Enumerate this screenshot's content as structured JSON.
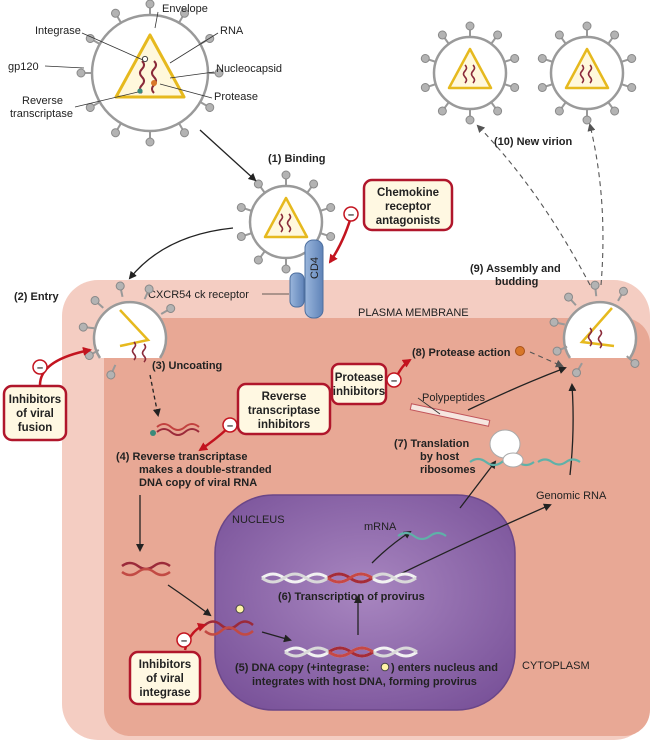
{
  "virion_labels": {
    "envelope": "Envelope",
    "integrase": "Integrase",
    "rna": "RNA",
    "gp120": "gp120",
    "nucleocapsid": "Nucleocapsid",
    "protease": "Protease",
    "rt_line1": "Reverse",
    "rt_line2": "transcriptase"
  },
  "steps": {
    "s1": "(1)  Binding",
    "s2": "(2)  Entry",
    "s3": "(3)  Uncoating",
    "s4_l1": "(4)  Reverse transcriptase",
    "s4_l2": "makes a double-stranded",
    "s4_l3": "DNA copy of viral RNA",
    "s5_l1a": "(5)  DNA copy (+integrase:",
    "s5_l1b": ") enters nucleus and",
    "s5_l2": "integrates with host DNA, forming provirus",
    "s6": "(6)  Transcription of provirus",
    "s7_l1": "(7)  Translation",
    "s7_l2": "by host",
    "s7_l3": "ribosomes",
    "s8": "(8)  Protease action",
    "s9_l1": "(9)  Assembly and",
    "s9_l2": "budding",
    "s10": "(10)  New virion"
  },
  "region_labels": {
    "plasma_membrane": "PLASMA MEMBRANE",
    "nucleus": "NUCLEUS",
    "cytoplasm": "CYTOPLASM",
    "cd4": "CD4",
    "receptor": "CXCR54 ck receptor",
    "mrna": "mRNA",
    "genomic_rna": "Genomic RNA",
    "polypeptides": "Polypeptides"
  },
  "drugs": {
    "chemokine": [
      "Chemokine",
      "receptor",
      "antagonists"
    ],
    "fusion": [
      "Inhibitors",
      "of viral",
      "fusion"
    ],
    "rt": [
      "Reverse",
      "transcriptase",
      "inhibitors"
    ],
    "protease": [
      "Protease",
      "inhibitors"
    ],
    "integrase": [
      "Inhibitors",
      "of viral",
      "integrase"
    ]
  },
  "inhibit_symbol": "–",
  "colors": {
    "cell": "#f4c9bd",
    "cytoplasm": "#e9a694",
    "nucleus": "#8b64a6",
    "drug_border": "#b0162b",
    "inhibit_red": "#c3141f",
    "capsid": "#f2c82a",
    "rna_strand": "#8a2a3a",
    "cd4": "#7b9cc6"
  }
}
